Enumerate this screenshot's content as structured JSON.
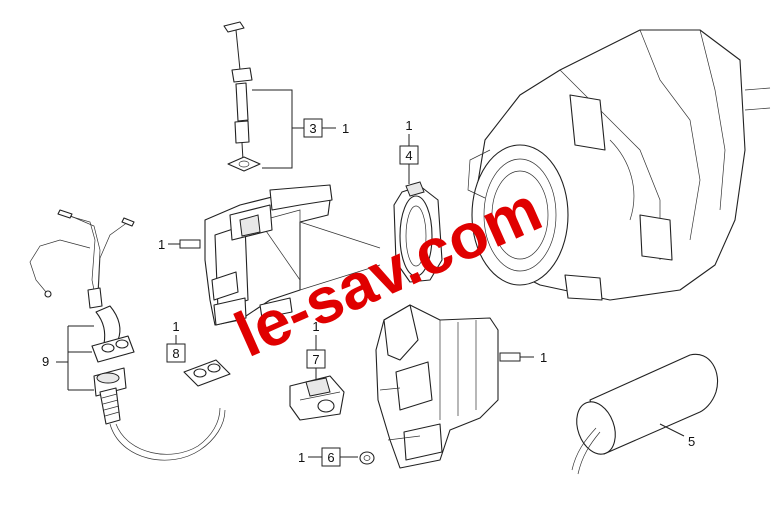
{
  "watermark": "le-sav.com",
  "callouts": {
    "c3": {
      "box": "3",
      "qty": "1"
    },
    "c4": {
      "box": "4",
      "qty": "1"
    },
    "c8": {
      "box": "8",
      "qty": "1"
    },
    "c7": {
      "box": "7",
      "qty": "1"
    },
    "c6": {
      "box": "6",
      "qty": "1"
    },
    "housing_left": {
      "qty": "1"
    },
    "housing_right": {
      "qty": "1"
    },
    "c9": {
      "label": "9"
    },
    "c5": {
      "label": "5"
    }
  }
}
